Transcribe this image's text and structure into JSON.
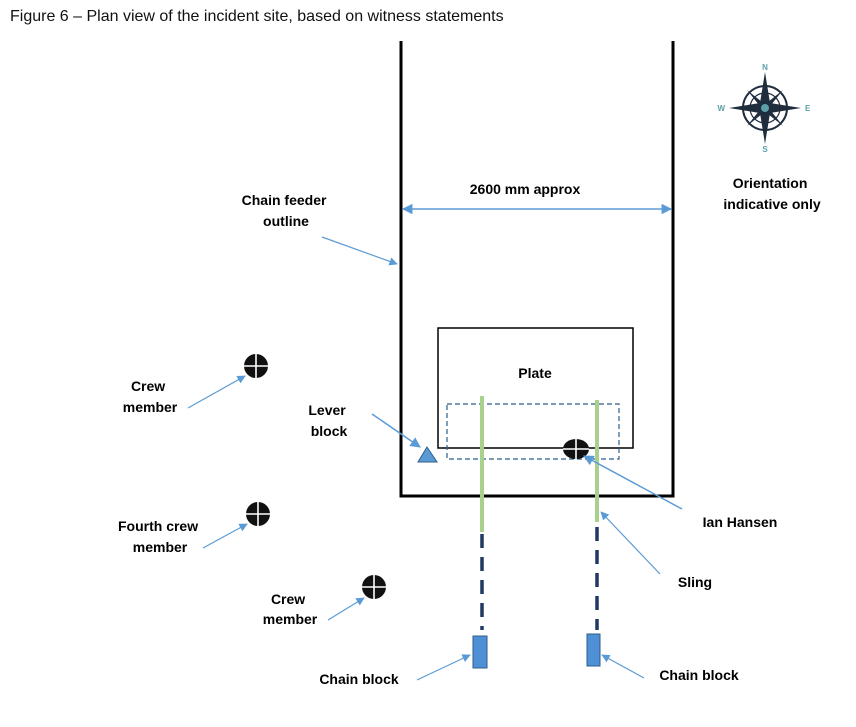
{
  "caption": "Figure 6 – Plan view of the incident site, based on witness statements",
  "labels": {
    "chain_feeder": [
      "Chain feeder",
      "outline"
    ],
    "width": "2600 mm approx",
    "orientation": [
      "Orientation",
      "indicative only"
    ],
    "plate": "Plate",
    "lever_block": [
      "Lever",
      "block"
    ],
    "crew_member_1": [
      "Crew",
      "member"
    ],
    "fourth_crew_member": [
      "Fourth crew",
      "member"
    ],
    "crew_member_2": [
      "Crew",
      "member"
    ],
    "ian_hansen": "Ian Hansen",
    "sling": "Sling",
    "chain_block_left": "Chain block",
    "chain_block_right": "Chain block"
  },
  "compass": {
    "n": "N",
    "s": "S",
    "e": "E",
    "w": "W"
  },
  "colors": {
    "arrow": "#5b9bd5",
    "sling": "#a9d18e",
    "chain": "#1f3864",
    "chain_block": "#4f8fd6",
    "dashed_box": "#2e5f8a"
  }
}
